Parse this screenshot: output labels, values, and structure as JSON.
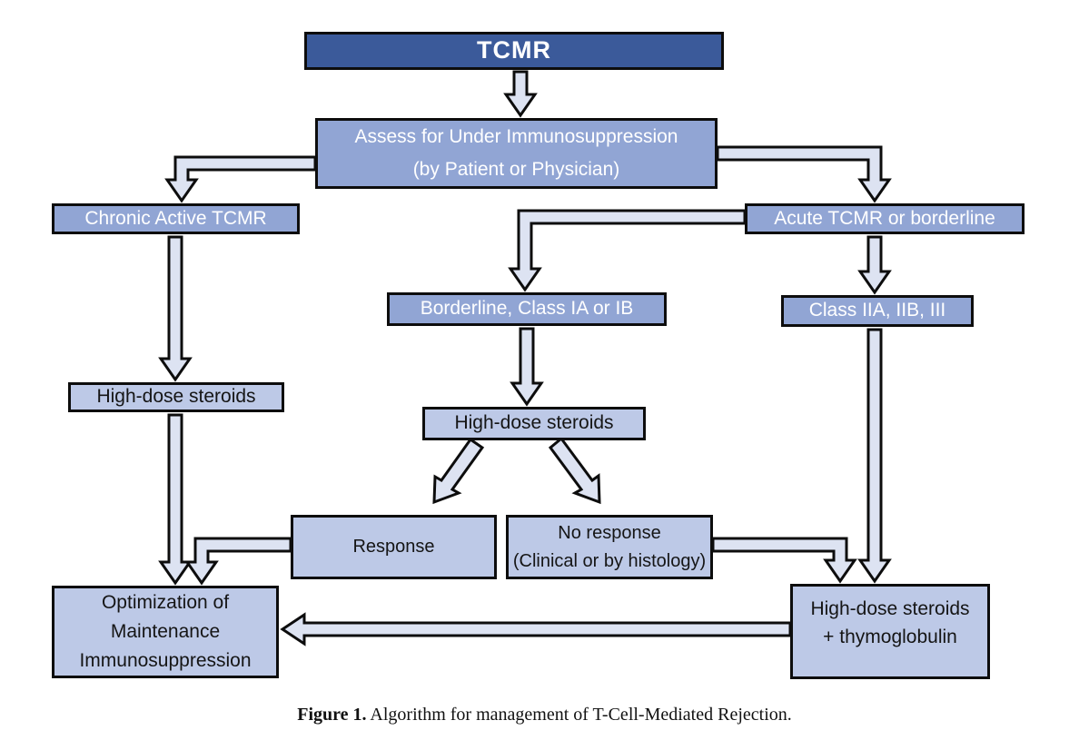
{
  "colors": {
    "node-dark": "#3b5a9a",
    "node-medium": "#91a5d4",
    "node-light": "#bdc9e7",
    "arrow-fill": "#dde3f2",
    "outline": "#0d0d0d",
    "text-light": "#ffffff",
    "text-dark": "#151515"
  },
  "nodes": {
    "tcmr": {
      "label": "TCMR"
    },
    "assess": {
      "lines": [
        "Assess for Under Immunosuppression",
        "(by Patient or Physician)"
      ]
    },
    "chronic": {
      "label": "Chronic Active TCMR"
    },
    "acute": {
      "label": "Acute TCMR or borderline"
    },
    "borderline": {
      "label": "Borderline, Class IA or IB"
    },
    "class2": {
      "label": "Class IIA, IIB, III"
    },
    "steroids_left": {
      "label": "High-dose steroids"
    },
    "steroids_center": {
      "label": "High-dose steroids"
    },
    "response": {
      "label": "Response"
    },
    "no_response": {
      "lines": [
        "No response",
        "(Clinical or by histology)"
      ]
    },
    "steroids_thymo": {
      "lines": [
        "High-dose steroids",
        "+ thymoglobulin"
      ]
    },
    "optimization": {
      "lines": [
        "Optimization of",
        "Maintenance",
        "Immunosuppression"
      ]
    }
  },
  "edges": [
    {
      "from": "tcmr",
      "to": "assess"
    },
    {
      "from": "assess",
      "to": "chronic"
    },
    {
      "from": "assess",
      "to": "acute"
    },
    {
      "from": "acute",
      "to": "borderline"
    },
    {
      "from": "acute",
      "to": "class2"
    },
    {
      "from": "chronic",
      "to": "steroids_left"
    },
    {
      "from": "borderline",
      "to": "steroids_center"
    },
    {
      "from": "steroids_center",
      "to": "response"
    },
    {
      "from": "steroids_center",
      "to": "no_response"
    },
    {
      "from": "class2",
      "to": "steroids_thymo"
    },
    {
      "from": "no_response",
      "to": "steroids_thymo"
    },
    {
      "from": "steroids_left",
      "to": "optimization"
    },
    {
      "from": "response",
      "to": "optimization"
    },
    {
      "from": "steroids_thymo",
      "to": "optimization"
    }
  ],
  "caption": {
    "bold": "Figure 1.",
    "text": " Algorithm for management of T-Cell-Mediated Rejection."
  }
}
